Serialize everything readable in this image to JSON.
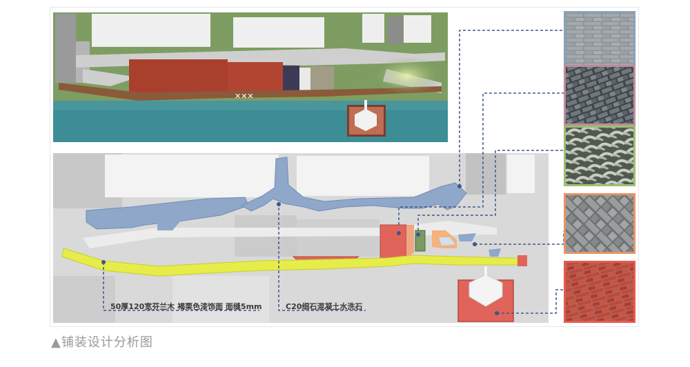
{
  "caption": "▲铺装设计分析图",
  "annotations": {
    "paving_left": "50厚120宽芬兰木 褐栗色漆饰面 面缝5mm",
    "paving_right": "C20细石混凝土水洗石"
  },
  "materials": [
    {
      "name": "gray-brick",
      "border": "#8aa3b8"
    },
    {
      "name": "gray-cobble",
      "border": "#c08a9c"
    },
    {
      "name": "tile-roof-stone",
      "border": "#9dc06e"
    },
    {
      "name": "gray-herringbone-brick",
      "border": "#e59466"
    },
    {
      "name": "red-brick",
      "border": "#e45b4f"
    }
  ],
  "colors": {
    "blue_zone": "#8fa7c9",
    "yellow_path": "#e6ec4a",
    "red_zone": "#e0645a",
    "water": "#3c8d95",
    "grass": "#7e9d62"
  }
}
